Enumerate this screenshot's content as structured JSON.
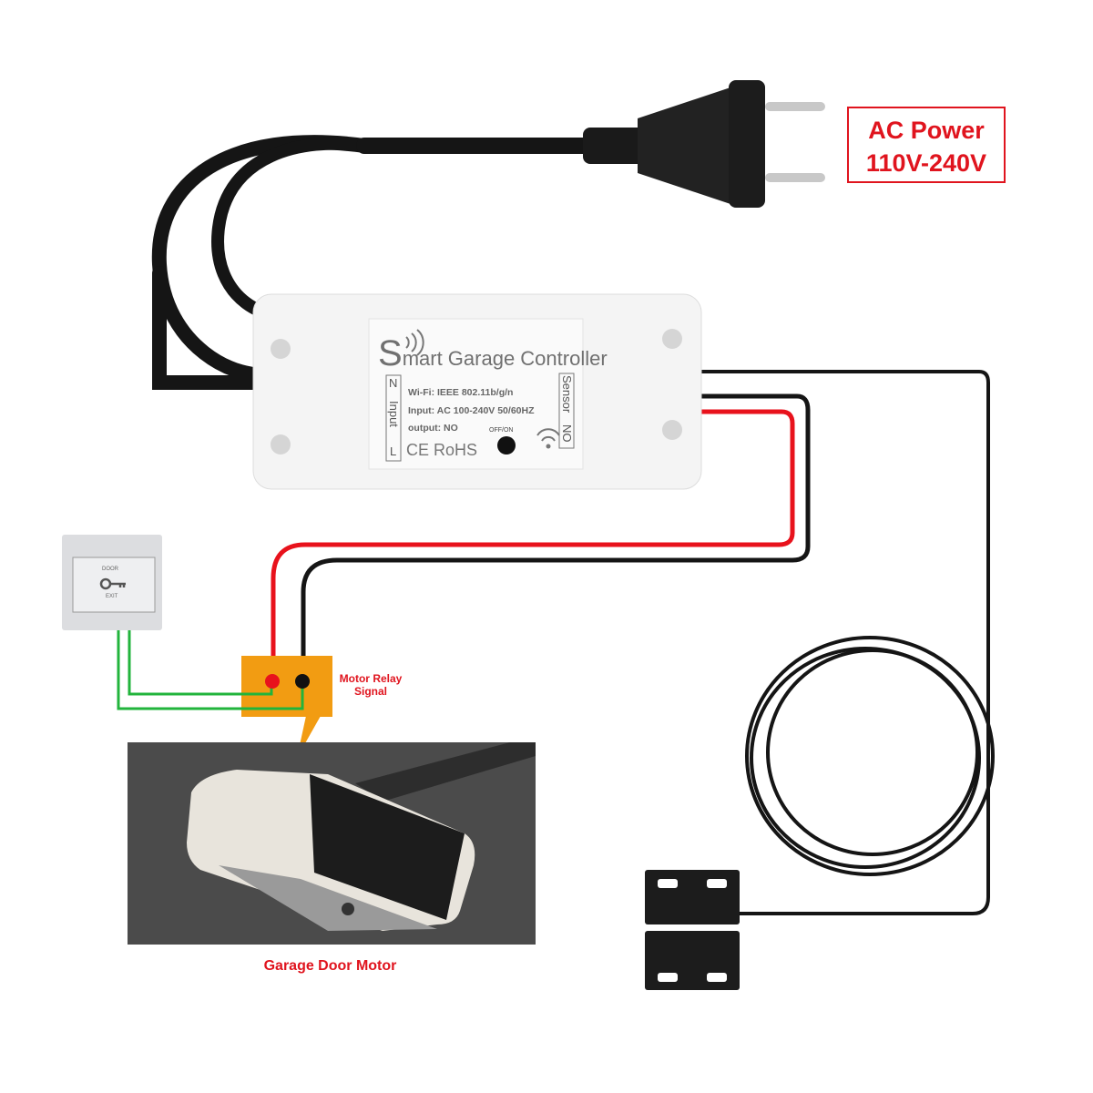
{
  "power": {
    "line1": "AC Power",
    "line2": "110V-240V"
  },
  "controller": {
    "title_initial": "S",
    "title_rest": "mart Garage Controller",
    "wifi_spec": "Wi-Fi: IEEE 802.11b/g/n",
    "input_spec": "Input: AC 100-240V  50/60HZ",
    "output_spec": "output:  NO",
    "cert": "CE RoHS",
    "button_label": "OFF/ON",
    "left_terminal": {
      "top": "N",
      "middle": "Input",
      "bottom": "L"
    },
    "right_terminal": {
      "top": "Sensor",
      "bottom": "NO"
    }
  },
  "exit_button": {
    "top": "DOOR",
    "bottom": "EXIT"
  },
  "relay": {
    "label_line1": "Motor Relay",
    "label_line2": "Signal"
  },
  "motor": {
    "caption": "Garage Door Motor"
  },
  "colors": {
    "red_wire": "#e8121c",
    "black_wire": "#151515",
    "green_wire": "#22b43c",
    "relay_box": "#f29c12",
    "label_red": "#e0141e"
  }
}
